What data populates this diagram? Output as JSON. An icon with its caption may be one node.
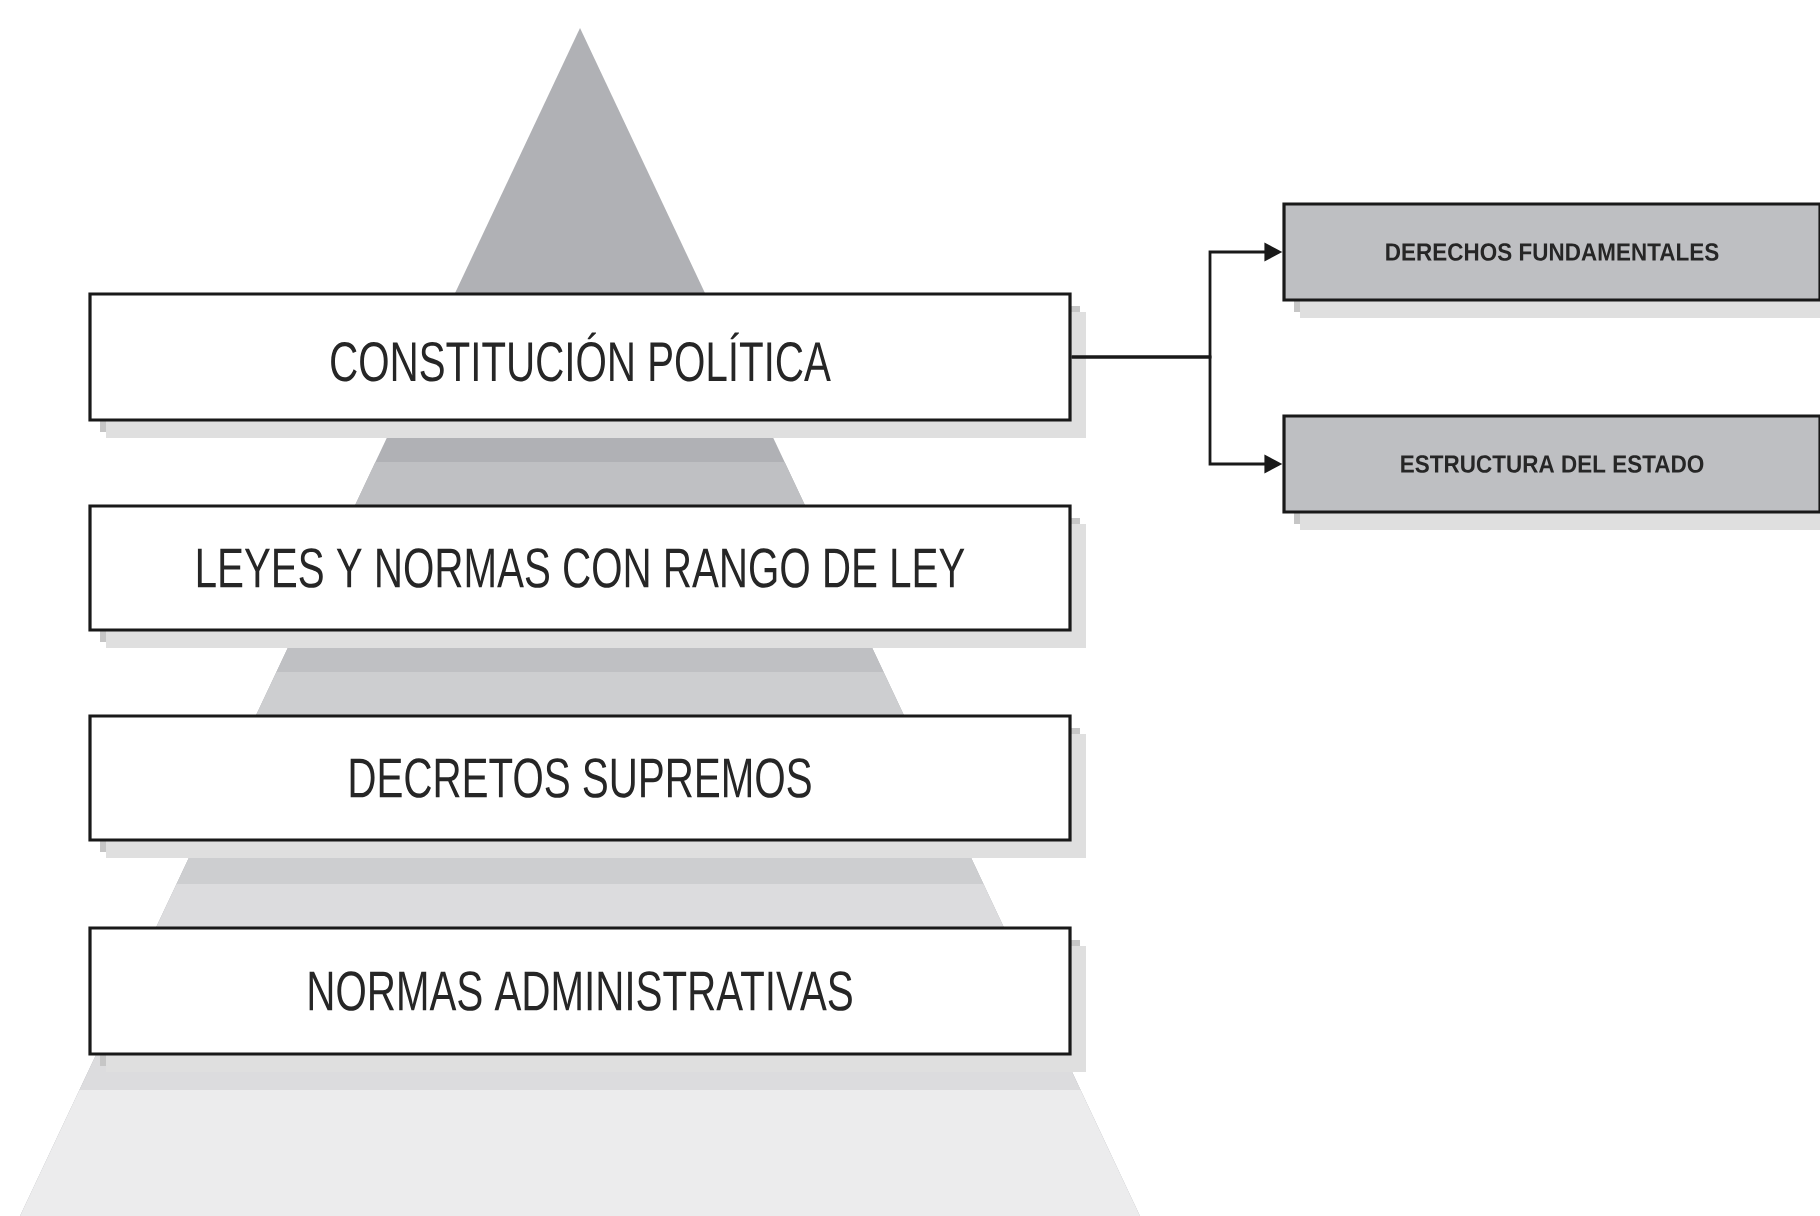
{
  "diagram": {
    "nodes": [
      {
        "text": [
          "CONSTITUCIÓN POLÍTICA"
        ]
      },
      {
        "text": [
          "LEYES Y NORMAS CON RANGO DE LEY"
        ]
      },
      {
        "text": [
          "DECRETOS SUPREMOS"
        ]
      },
      {
        "text": [
          "NORMAS ADMINISTRATIVAS"
        ]
      },
      {
        "text": [
          "DERECHOS FUNDAMENTALES"
        ]
      },
      {
        "text": [
          "ESTRUCTURA DEL ESTADO"
        ]
      }
    ],
    "edges": [
      {
        "from": 0,
        "to": 4,
        "arrow": "to"
      },
      {
        "from": 0,
        "to": 5,
        "arrow": "to"
      }
    ]
  }
}
